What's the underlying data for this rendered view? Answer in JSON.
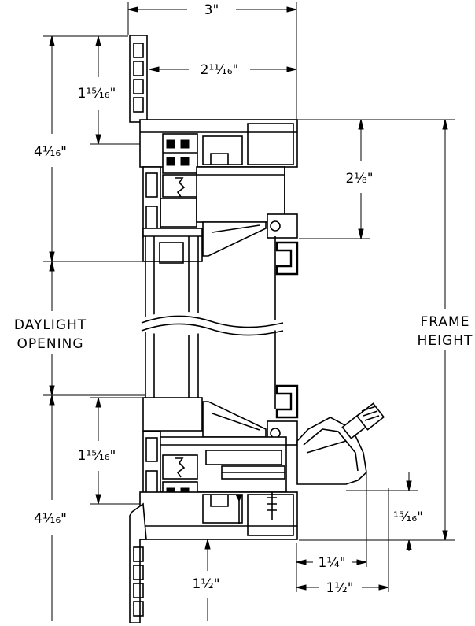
{
  "dimensions": {
    "top_width": "3\"",
    "vent_width": "2¹¹⁄₁₆\"",
    "head_sightline": "1¹⁵⁄₁₆\"",
    "head_total": "4¹⁄₁₆\"",
    "head_frame": "2¹⁄₈\"",
    "sill_sightline": "1¹⁵⁄₁₆\"",
    "sill_total": "4¹⁄₁₆\"",
    "sill_offset": "1¹⁄₂\"",
    "sill_small": "¹⁵⁄₁₆\"",
    "sill_depth_a": "1¹⁄₄\"",
    "sill_depth_b": "1¹⁄₂\""
  },
  "labels": {
    "daylight_line1": "DAYLIGHT",
    "daylight_line2": "OPENING",
    "frame_line1": "FRAME",
    "frame_line2": "HEIGHT"
  }
}
